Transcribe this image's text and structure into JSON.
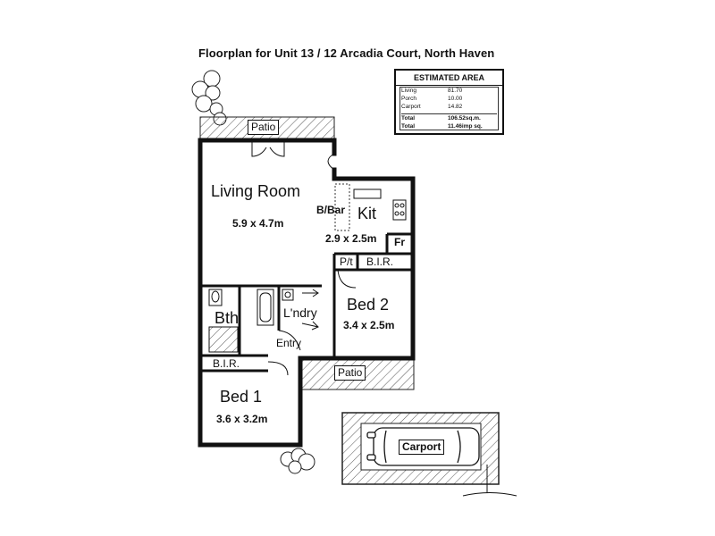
{
  "title": "Floorplan for Unit 13 / 12 Arcadia Court, North Haven",
  "area": {
    "heading": "ESTIMATED AREA",
    "rows": [
      {
        "label": "Living",
        "value": "81.70"
      },
      {
        "label": "Porch",
        "value": "10.00"
      },
      {
        "label": "Carport",
        "value": "14.82"
      }
    ],
    "totals": [
      {
        "label": "Total",
        "value": "106.52sq.m."
      },
      {
        "label": "Total",
        "value": "11.46imp sq."
      }
    ]
  },
  "rooms": {
    "patio_top": "Patio",
    "living": "Living Room",
    "living_dim": "5.9 x 4.7m",
    "bbar": "B/Bar",
    "kit": "Kit",
    "kit_dim": "2.9 x 2.5m",
    "fr": "Fr",
    "pt": "P/t",
    "bir2": "B.I.R.",
    "bed2": "Bed 2",
    "bed2_dim": "3.4 x 2.5m",
    "bth": "Bth",
    "lndry": "L'ndry",
    "entry": "Entry",
    "bir1": "B.I.R.",
    "bed1": "Bed 1",
    "bed1_dim": "3.6 x 3.2m",
    "patio_bottom": "Patio",
    "carport": "Carport"
  }
}
